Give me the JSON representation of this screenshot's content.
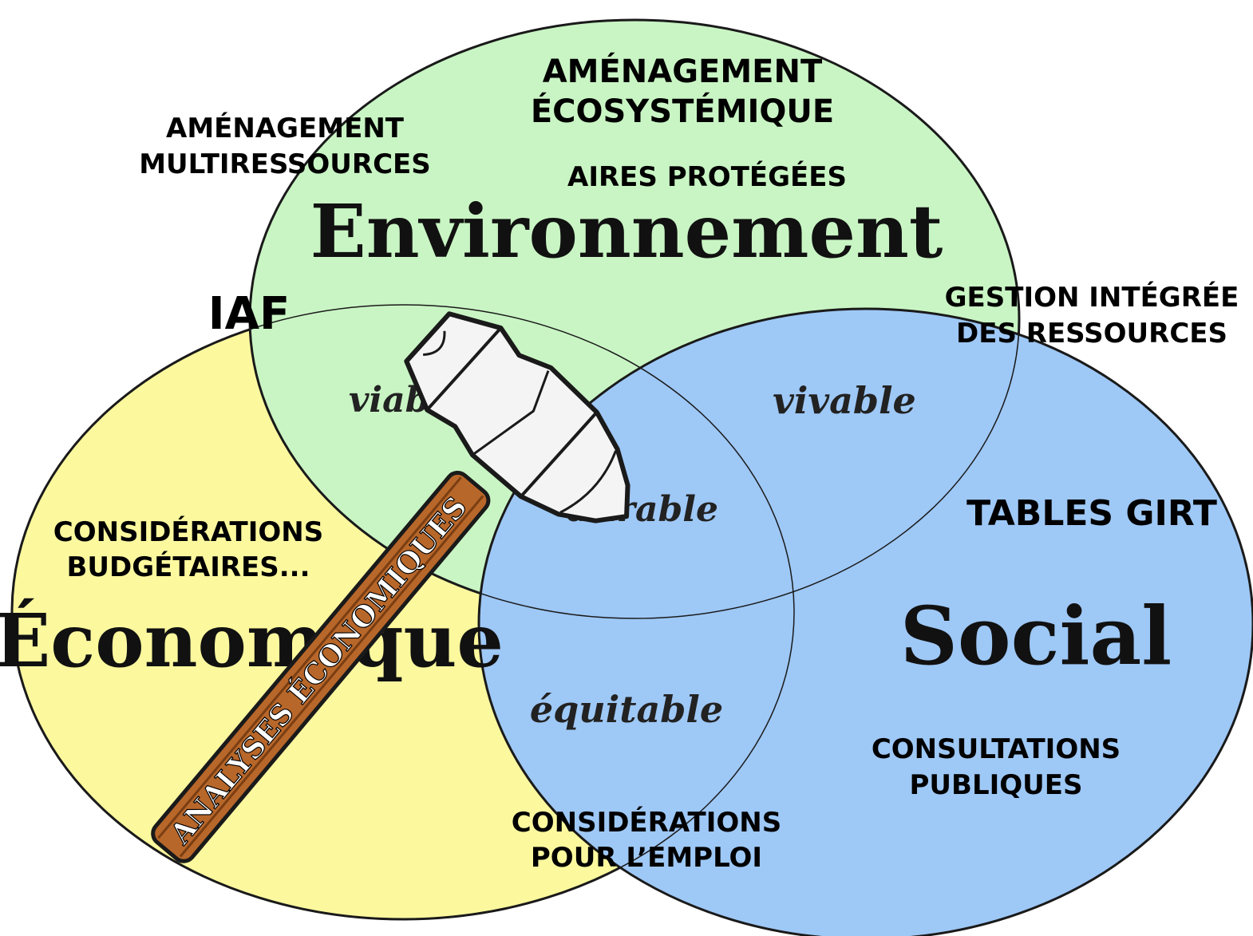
{
  "colors": {
    "environment": "#c9f5c4",
    "economique": "#fbf89e",
    "social": "#9ec8f6",
    "outline": "#1a1a1a",
    "handle": "#b8672a",
    "hammer_head": "#f4f4f4"
  },
  "circles": {
    "environment": "Environnement",
    "economique": "Économique",
    "social": "Social"
  },
  "intersections": {
    "viable": "viable",
    "vivable": "vivable",
    "durable": "durable",
    "equitable": "équitable"
  },
  "annotations": {
    "amenagement_ecosystemique": [
      "AMÉNAGEMENT",
      "ÉCOSYSTÉMIQUE"
    ],
    "amenagement_multiressources": [
      "AMÉNAGEMENT",
      "MULTIRESSOURCES"
    ],
    "aires_protegees": "AIRES PROTÉGÉES",
    "iaf": "IAF",
    "gestion_integree": [
      "GESTION INTÉGRÉE",
      "DES RESSOURCES"
    ],
    "tables_girt": "TABLES GIRT",
    "considerations_budgetaires": [
      "CONSIDÉRATIONS",
      "BUDGÉTAIRES..."
    ],
    "consultations_publiques": [
      "CONSULTATIONS",
      "PUBLIQUES"
    ],
    "considerations_emploi": [
      "CONSIDÉRATIONS",
      "POUR L’EMPLOI"
    ]
  },
  "hammer": {
    "handle_text": "ANALYSES ÉCONOMIQUES",
    "icon": "hammer-icon"
  }
}
